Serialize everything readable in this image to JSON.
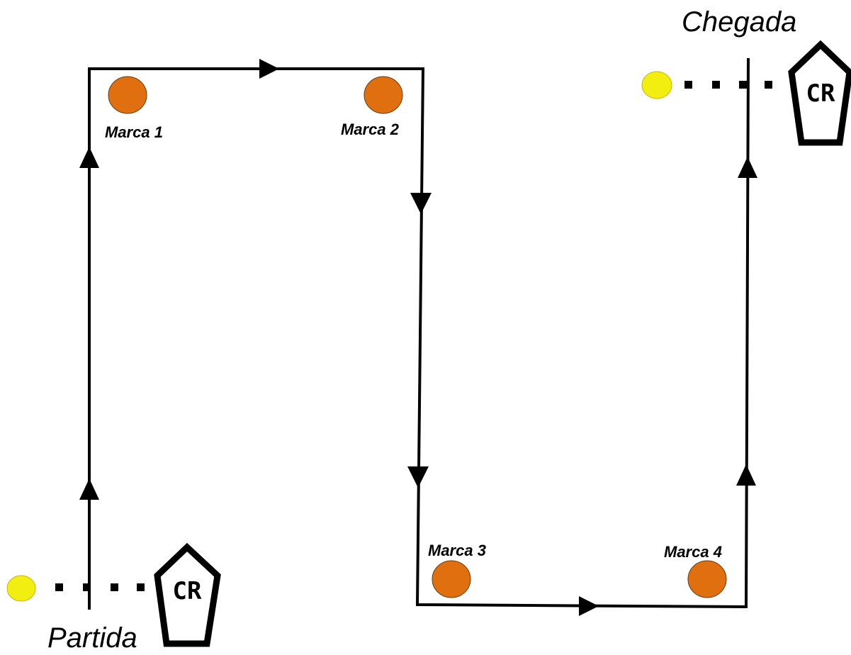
{
  "labels": {
    "start": "Partida",
    "finish": "Chegada",
    "marker1": "Marca 1",
    "marker2": "Marca 2",
    "marker3": "Marca 3",
    "marker4": "Marca 4",
    "cr_start": "CR",
    "cr_finish": "CR"
  },
  "colors": {
    "marker": "#e0700f",
    "line_dot": "#f2ee10",
    "stroke": "#000000"
  }
}
